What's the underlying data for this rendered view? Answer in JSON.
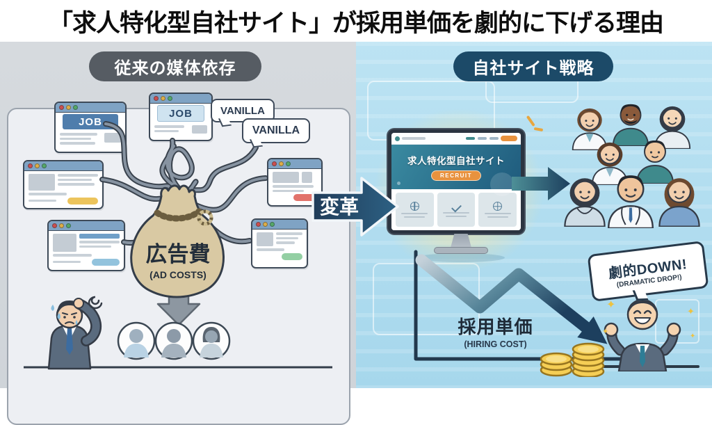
{
  "title": "「求人特化型自社サイト」が採用単価を劇的に下げる理由",
  "left": {
    "badge": "従来の媒体依存",
    "job1": "JOB",
    "job2": "JOB",
    "bubble1": "VANILLA",
    "bubble2": "VANILLA",
    "bag_label": "広告費",
    "bag_sublabel": "(AD COSTS)"
  },
  "center": {
    "arrow_label": "変革"
  },
  "right": {
    "badge": "自社サイト戦略",
    "site_title": "求人特化型自社サイト",
    "site_button": "RECRUIT",
    "down_label": "劇的DOWN!",
    "down_sublabel": "(DRAMATIC DROP!)",
    "cost_label": "採用単価",
    "cost_sublabel": "(HIRING COST)"
  },
  "colors": {
    "navy": "#1d3f5e",
    "badge_left": "#565c63",
    "badge_right": "#1c4a68",
    "accent_orange": "#e8923e",
    "coin_gold": "#f5ce55",
    "bag_tan": "#d9c9a3"
  }
}
